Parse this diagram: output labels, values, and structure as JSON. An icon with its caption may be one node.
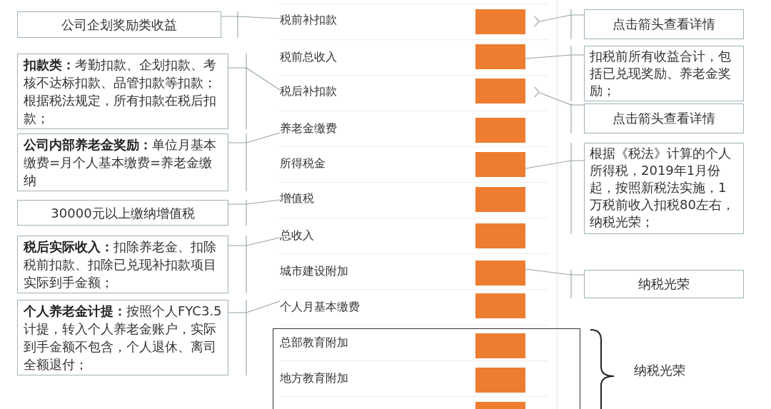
{
  "diagram": {
    "nodes": [
      {
        "text": [
          "公司企划奖励类收益"
        ]
      },
      {
        "text": [
          "**扣款类：**考勤扣款、企划扣款、考核不达标扣款、品管扣款等扣款；根据税法规定，所有扣款在税后扣款；"
        ]
      },
      {
        "text": [
          "**公司内部养老金奖励：**单位月基本缴费=月个人基本缴费=养老金缴纳"
        ]
      },
      {
        "text": [
          "30000元以上缴纳增值税"
        ]
      },
      {
        "text": [
          "**税后实际收入：**扣除养老金、扣除税前扣款、扣除已兑现补扣款项目实际到手金额；"
        ]
      },
      {
        "text": [
          "**个人养老金计提：**按照个人FYC3.5计提，转入个人养老金账户，实际到手金额不包含，个人退休、离司全额退付；"
        ]
      },
      {
        "text": [
          "税前补扣款"
        ]
      },
      {
        "text": [],
        "shape": "box"
      },
      {
        "text": [],
        "shape": "chevron"
      },
      {
        "text": [
          "税前总收入"
        ]
      },
      {
        "text": [],
        "shape": "box"
      },
      {
        "text": [
          "税后补扣款"
        ]
      },
      {
        "text": [],
        "shape": "box"
      },
      {
        "text": [],
        "shape": "chevron"
      },
      {
        "text": [
          "养老金缴费"
        ]
      },
      {
        "text": [],
        "shape": "box"
      },
      {
        "text": [
          "所得税金"
        ]
      },
      {
        "text": [],
        "shape": "box"
      },
      {
        "text": [
          "增值税"
        ]
      },
      {
        "text": [],
        "shape": "box"
      },
      {
        "text": [
          "总收入"
        ]
      },
      {
        "text": [],
        "shape": "box"
      },
      {
        "text": [
          "城市建设附加"
        ]
      },
      {
        "text": [],
        "shape": "box"
      },
      {
        "text": [
          "个人月基本缴费"
        ]
      },
      {
        "text": [],
        "shape": "box"
      },
      {
        "text": [],
        "shape": "box"
      },
      {
        "text": [
          "总部教育附加"
        ],
        "in": 26
      },
      {
        "text": [],
        "shape": "box",
        "in": 26
      },
      {
        "text": [
          "地方教育附加"
        ],
        "in": 26
      },
      {
        "text": [],
        "shape": "box",
        "in": 26
      },
      {
        "text": [],
        "shape": "box",
        "in": 26
      },
      {
        "text": [
          "点击箭头查看详情"
        ]
      },
      {
        "text": [
          "扣税前所有收益合计，包括已兑现奖励、养老金奖励；"
        ]
      },
      {
        "text": [
          "点击箭头查看详情"
        ]
      },
      {
        "text": [
          "根据《税法》计算的个人所得税，2019年1月份起，按照新税法实施，1万税前收入扣税80左右，纳税光荣；"
        ]
      },
      {
        "text": [
          "纳税光荣"
        ]
      }
    ],
    "edges": [
      {
        "from": 0,
        "to": 6,
        "arrow": "none"
      },
      {
        "from": 1,
        "to": 11,
        "arrow": "none"
      },
      {
        "from": 2,
        "to": 14,
        "arrow": "none"
      },
      {
        "from": 3,
        "to": 18,
        "arrow": "none"
      },
      {
        "from": 4,
        "to": 20,
        "arrow": "none"
      },
      {
        "from": 5,
        "to": 24,
        "arrow": "none"
      },
      {
        "from": 32,
        "to": 8,
        "arrow": "none"
      },
      {
        "from": 33,
        "to": 10,
        "arrow": "none"
      },
      {
        "from": 34,
        "to": 13,
        "arrow": "none"
      },
      {
        "from": 35,
        "to": 17,
        "arrow": "none"
      },
      {
        "from": 36,
        "to": 23,
        "arrow": "none"
      }
    ],
    "labels": [
      "纳税光荣"
    ]
  }
}
